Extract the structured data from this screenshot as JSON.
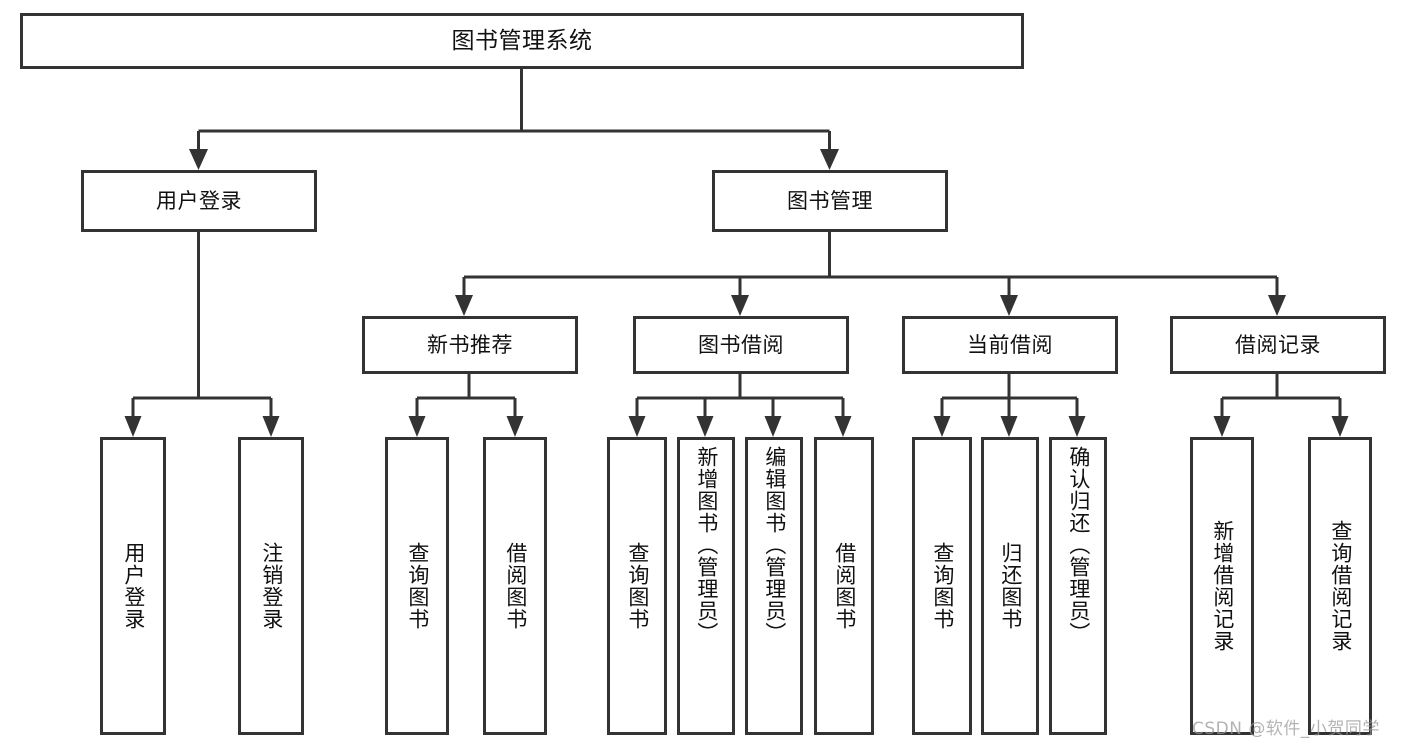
{
  "diagram": {
    "type": "tree-hierarchy-chart",
    "title": "图书管理系统",
    "orientation": "top-down",
    "colors": {
      "box_stroke": "#333333",
      "box_fill": "#ffffff",
      "connector": "#333333",
      "text": "#111111",
      "watermark": "#9a9a9a",
      "background": "#ffffff"
    }
  },
  "root": {
    "id": "root",
    "label": "图书管理系统"
  },
  "level2": [
    {
      "id": "user-login",
      "label": "用户登录"
    },
    {
      "id": "book-manage",
      "label": "图书管理"
    }
  ],
  "level3": [
    {
      "id": "new-book-rec",
      "label": "新书推荐",
      "parent": "book-manage"
    },
    {
      "id": "book-borrow",
      "label": "图书借阅",
      "parent": "book-manage"
    },
    {
      "id": "current-borrow",
      "label": "当前借阅",
      "parent": "book-manage"
    },
    {
      "id": "borrow-record",
      "label": "借阅记录",
      "parent": "book-manage"
    }
  ],
  "leaves": [
    {
      "id": "leaf-user-login",
      "label": "用户登录",
      "parent": "user-login"
    },
    {
      "id": "leaf-user-logout",
      "label": "注销登录",
      "parent": "user-login"
    },
    {
      "id": "leaf-rec-query-book",
      "label": "查询图书",
      "parent": "new-book-rec"
    },
    {
      "id": "leaf-rec-borrow-book",
      "label": "借阅图书",
      "parent": "new-book-rec"
    },
    {
      "id": "leaf-bb-query-book",
      "label": "查询图书",
      "parent": "book-borrow"
    },
    {
      "id": "leaf-bb-add-book",
      "label": "新增图书（管理员）",
      "parent": "book-borrow"
    },
    {
      "id": "leaf-bb-edit-book",
      "label": "编辑图书（管理员）",
      "parent": "book-borrow"
    },
    {
      "id": "leaf-bb-borrow-book",
      "label": "借阅图书",
      "parent": "book-borrow"
    },
    {
      "id": "leaf-cb-query-book",
      "label": "查询图书",
      "parent": "current-borrow"
    },
    {
      "id": "leaf-cb-return-book",
      "label": "归还图书",
      "parent": "current-borrow"
    },
    {
      "id": "leaf-cb-confirm-return",
      "label": "确认归还（管理员）",
      "parent": "current-borrow"
    },
    {
      "id": "leaf-br-add-record",
      "label": "新增借阅记录",
      "parent": "borrow-record"
    },
    {
      "id": "leaf-br-query-record",
      "label": "查询借阅记录",
      "parent": "borrow-record"
    }
  ],
  "watermark": {
    "text": "CSDN @软件_小贺同学"
  }
}
